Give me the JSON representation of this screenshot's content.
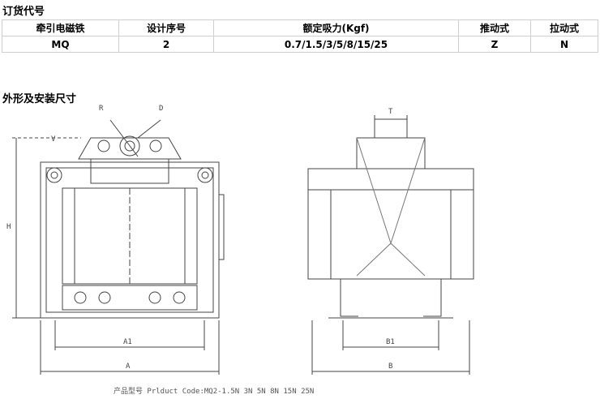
{
  "order_code": {
    "title": "订货代号",
    "headers": [
      "牵引电磁铁",
      "设计序号",
      "额定吸力(Kgf)",
      "推动式",
      "拉动式"
    ],
    "values": [
      "MQ",
      "2",
      "0.7/1.5/3/5/8/15/25",
      "Z",
      "N"
    ]
  },
  "dimensions": {
    "title": "外形及安装尺寸",
    "labels": {
      "R": "R",
      "D": "D",
      "V": "V",
      "H": "H",
      "A1": "A1",
      "A": "A",
      "T": "T",
      "B1": "B1",
      "B": "B"
    },
    "caption": "产品型号 Prlduct Code:MQ2-1.5N 3N 5N 8N 15N 25N"
  }
}
